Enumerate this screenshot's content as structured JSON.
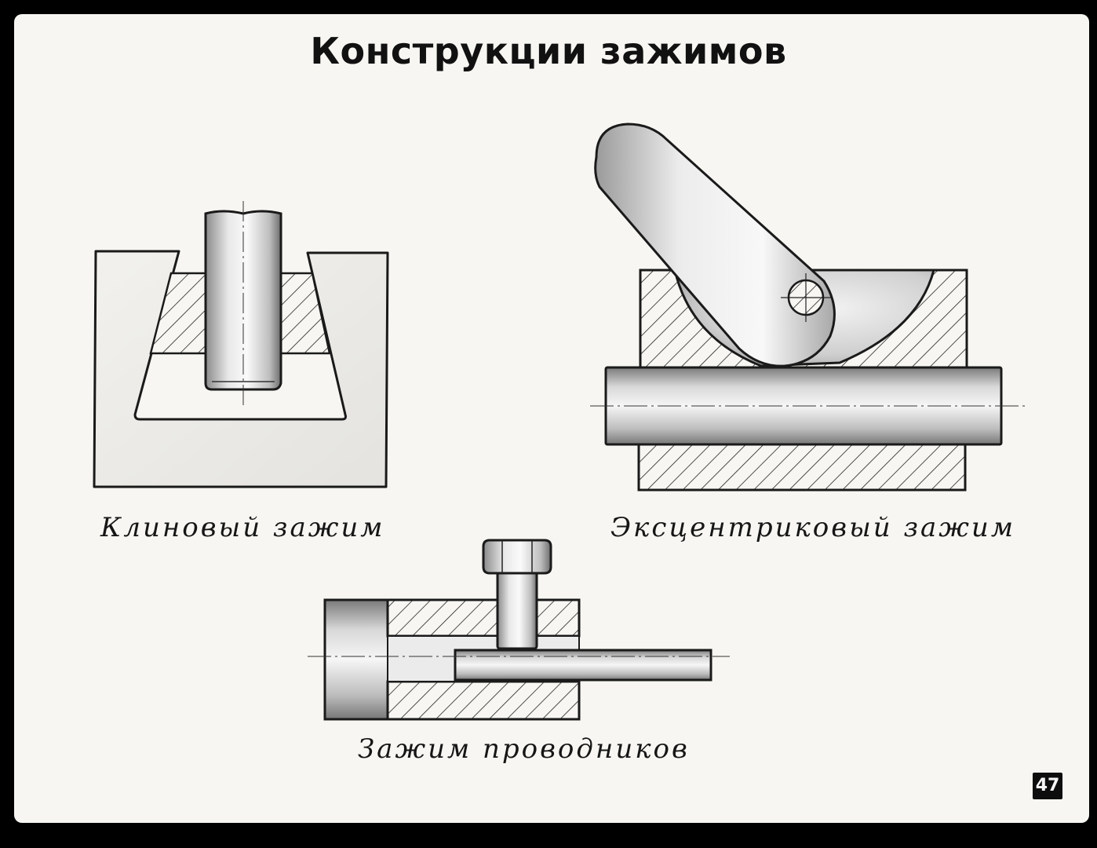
{
  "slide": {
    "title": "Конструкции зажимов",
    "page_number": "47"
  },
  "figures": [
    {
      "id": "wedge",
      "caption": "Клиновый зажим"
    },
    {
      "id": "eccentric",
      "caption": "Эксцентриковый зажим"
    },
    {
      "id": "conductor",
      "caption": "Зажим проводников"
    }
  ]
}
